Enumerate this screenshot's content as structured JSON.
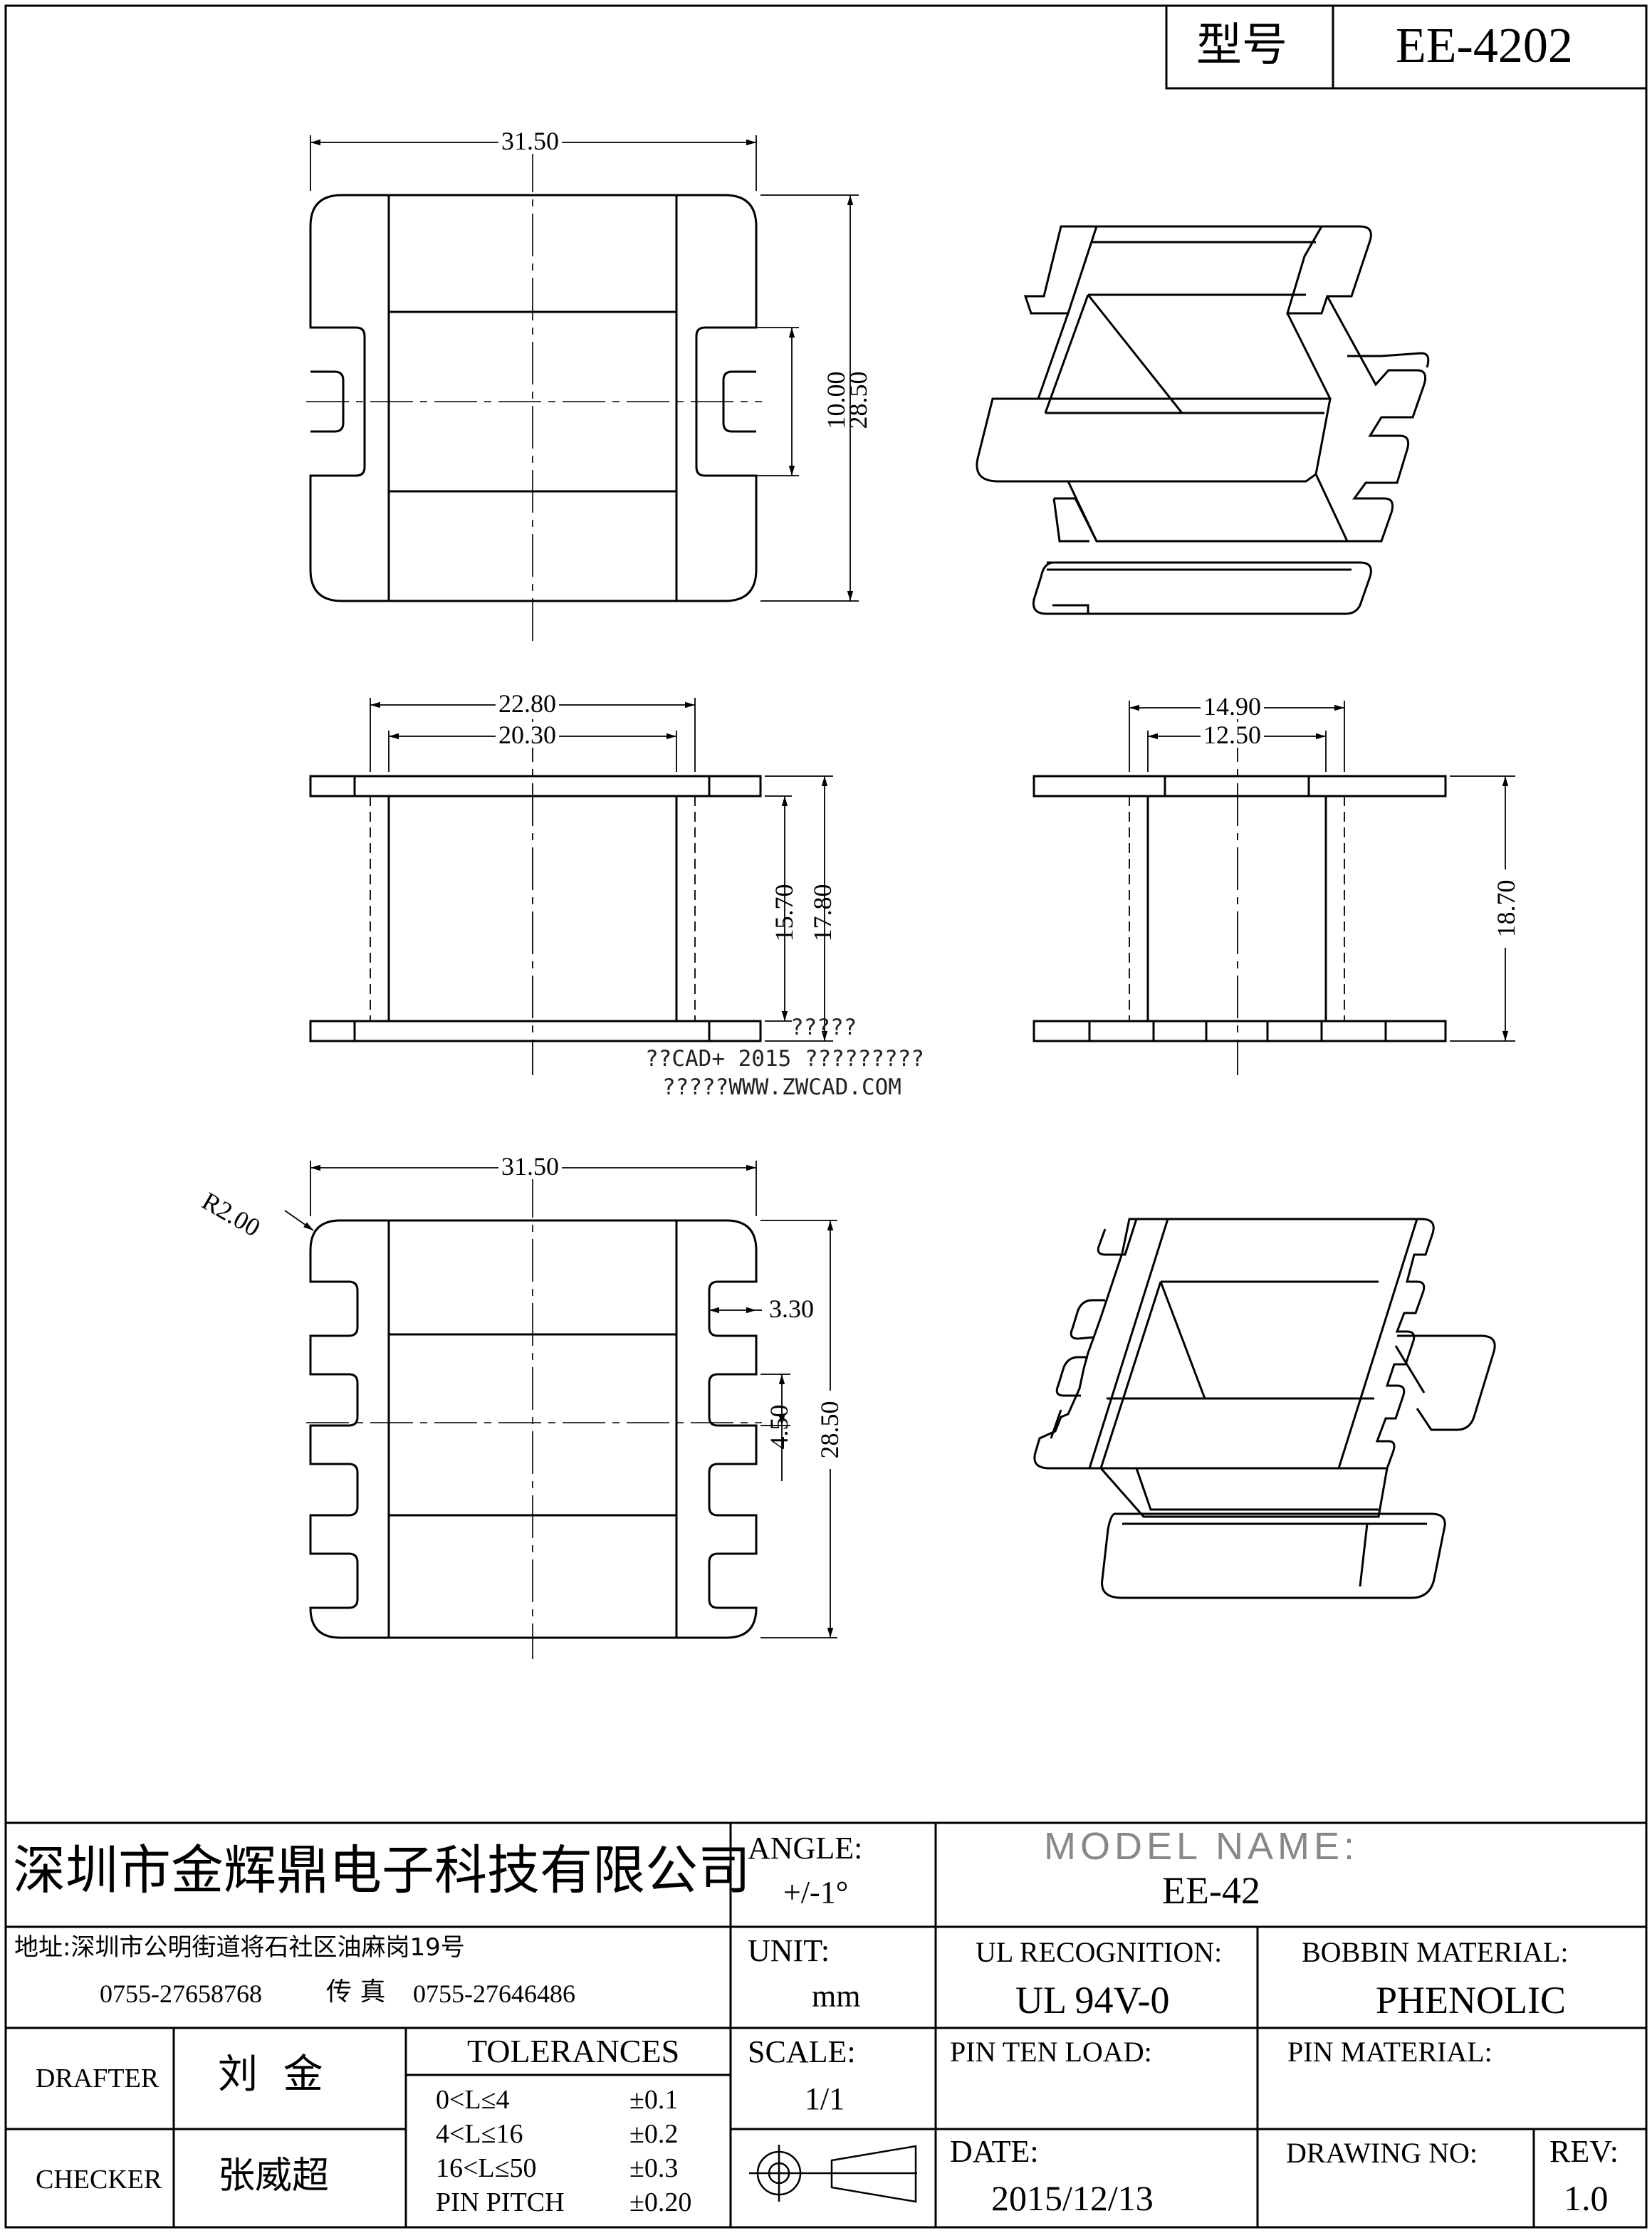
{
  "title_block": {
    "label": "型号",
    "value": "EE-4202"
  },
  "dimensions": {
    "top_width": "31.50",
    "top_slot": "10.00",
    "top_height": "28.50",
    "front_outer": "22.80",
    "front_inner": "20.30",
    "front_h1": "15.70",
    "front_h2": "17.80",
    "side_outer": "14.90",
    "side_inner": "12.50",
    "side_h": "18.70",
    "bottom_width": "31.50",
    "bottom_radius": "R2.00",
    "bottom_pin_len": "3.30",
    "bottom_pin_pitch": "4.50",
    "bottom_height": "28.50"
  },
  "watermark": {
    "line1": "?????",
    "line2": "??CAD+ 2015 ?????????",
    "line3": "?????WWW.ZWCAD.COM"
  },
  "company": {
    "name": "深圳市金辉鼎电子科技有限公司",
    "address": "地址:深圳市公明街道将石社区油麻岗19号",
    "phone": "0755-27658768",
    "fax_label": "传 真",
    "fax": "0755-27646486"
  },
  "angle": {
    "label": "ANGLE:",
    "value": "+/-1°"
  },
  "unit": {
    "label": "UNIT:",
    "value": "mm"
  },
  "scale": {
    "label": "SCALE:",
    "value": "1/1"
  },
  "model_name": {
    "label": "MODEL NAME:",
    "value": "EE-42"
  },
  "ul": {
    "label": "UL RECOGNITION:",
    "value": "UL 94V-0"
  },
  "bobbin_material": {
    "label": "BOBBIN MATERIAL:",
    "value": "PHENOLIC"
  },
  "pin_ten_load": {
    "label": "PIN TEN LOAD:"
  },
  "pin_material": {
    "label": "PIN MATERIAL:"
  },
  "date": {
    "label": "DATE:",
    "value": "2015/12/13"
  },
  "drawing_no": {
    "label": "DRAWING NO:"
  },
  "rev": {
    "label": "REV:",
    "value": "1.0"
  },
  "drafter": {
    "label": "DRAFTER",
    "value": "刘  金"
  },
  "checker": {
    "label": "CHECKER",
    "value": "张威超"
  },
  "tolerances": {
    "label": "TOLERANCES",
    "rows": [
      {
        "range": "0<L≤4",
        "value": "±0.1"
      },
      {
        "range": "4<L≤16",
        "value": "±0.2"
      },
      {
        "range": "16<L≤50",
        "value": "±0.3"
      },
      {
        "range": "PIN PITCH",
        "value": "±0.20"
      }
    ]
  }
}
